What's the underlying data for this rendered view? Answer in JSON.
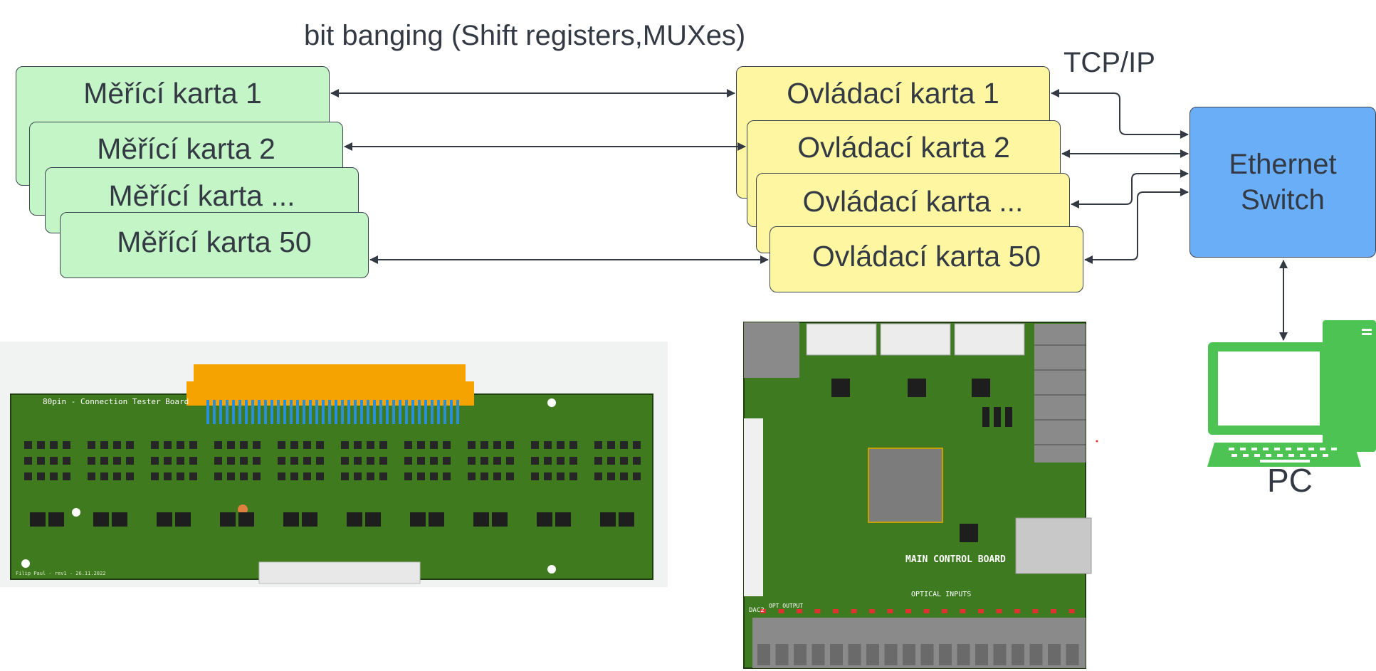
{
  "top_label": "bit banging (Shift registers,MUXes)",
  "tcp_label": "TCP/IP",
  "measure_cards": [
    "Měřící karta 1",
    "Měřící karta 2",
    "Měřící karta ...",
    "Měřící karta 50"
  ],
  "control_cards": [
    "Ovládací karta 1",
    "Ovládací karta 2",
    "Ovládací karta ...",
    "Ovládací karta 50"
  ],
  "switch": {
    "line1": "Ethernet",
    "line2": "Switch"
  },
  "pc_label": "PC",
  "pcb1": {
    "title": "80pin - Connection Tester Board",
    "footer": "Filip Paul - rev1 - 26.11.2022"
  },
  "pcb2": {
    "title": "MAIN CONTROL BOARD",
    "optical": "OPTICAL INPUTS",
    "dac": "DAC2",
    "opt_out": "OPT OUTPUT"
  },
  "colors": {
    "green_card": "#c4f5c6",
    "yellow_card": "#fef6a0",
    "switch": "#6aaef8",
    "pc": "#4cc352",
    "pcb": "#3f7a1e",
    "connector": "#f5a300"
  }
}
